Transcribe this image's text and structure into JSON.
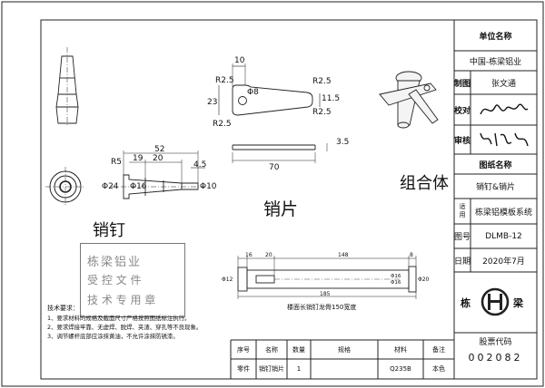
{
  "title_block": {
    "unit_name_label": "单位名称",
    "unit_name": "中国-栋梁铝业",
    "drafter_label": "制图",
    "drafter_name": "张文通",
    "checker_label": "校对",
    "checker_signature": "王志强",
    "reviewer_label": "审核",
    "reviewer_signature": "刘学田",
    "drawing_name_label": "图纸名称",
    "drawing_name": "销钉&销片",
    "applicable_label_1": "适",
    "applicable_label_2": "用",
    "applicable_system": "栋梁铝模板系统",
    "drawing_no_label": "图号",
    "drawing_no": "DLMB-12",
    "date_label": "日期",
    "date": "2020年7月",
    "logo_left": "栋",
    "logo_right": "梁",
    "stock_code_label": "股票代码",
    "stock_code": "002082"
  },
  "views": {
    "pin_title": "销钉",
    "wedge_title": "销片",
    "assembly_title": "组合体",
    "caption": "楼面长销钉龙骨150宽度"
  },
  "pin_dims": {
    "len_total": "52",
    "len_a": "19",
    "len_b": "20",
    "len_c": "4.5",
    "r5": "R5",
    "d24": "Φ24",
    "d16": "Φ16",
    "d10": "Φ10"
  },
  "wedge_dims": {
    "top": "10",
    "r_tl": "R2.5",
    "r_tr": "R2.5",
    "hole": "Φ8",
    "height": "23",
    "right_h": "11.5",
    "r_br": "R2.5",
    "r_bl": "R2.5",
    "thick": "3.5",
    "length": "70"
  },
  "long_pin_dims": {
    "a": "16",
    "b": "20",
    "c": "148",
    "d": "8",
    "total": "185",
    "d12": "Φ12",
    "d16a": "Φ16",
    "d16b": "Φ16",
    "d20": "Φ20"
  },
  "tech_notes": {
    "heading": "技术要求：",
    "lines": [
      "1、要求材料的规格及截面尺寸严格按照图纸标注执行。",
      "2、要求焊接牢靠、无虚焊、脱焊、夹渣、穿孔等不良现象。",
      "3、调节螺杆底部应涂抹黄油，不允许涂抹防锈漆。"
    ]
  },
  "stamp_text": {
    "line1": "栋梁铝业",
    "line2": "受  控  文  件",
    "line3": "技 术 专 用 章"
  },
  "parts_table": {
    "headers": [
      "序号",
      "名称",
      "数量",
      "规格",
      "材料",
      "备注"
    ],
    "rows": [
      [
        "零件",
        "销钉销片",
        "1",
        "",
        "Q235B",
        "本色"
      ]
    ]
  }
}
